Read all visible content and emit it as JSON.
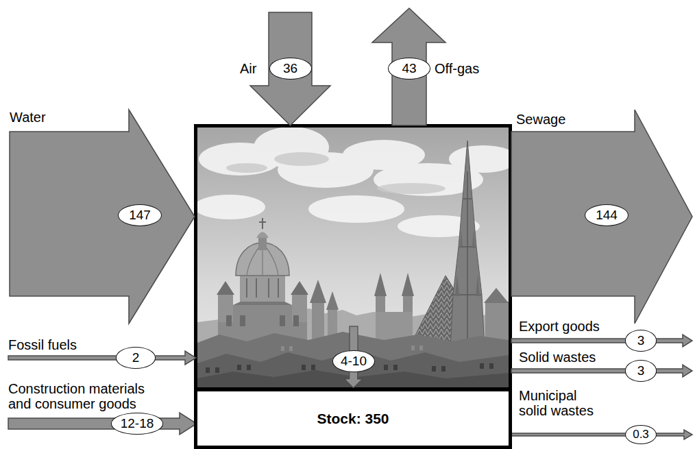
{
  "diagram": {
    "nodes": [
      {
        "text": [
          "36"
        ]
      },
      {
        "text": [
          "43"
        ]
      },
      {
        "text": [
          "147"
        ]
      },
      {
        "text": [
          "144"
        ]
      },
      {
        "text": [
          "2"
        ]
      },
      {
        "text": [
          "12-18"
        ]
      },
      {
        "text": [
          "4-10"
        ]
      },
      {
        "text": [
          "3"
        ]
      },
      {
        "text": [
          "3"
        ]
      },
      {
        "text": [
          "0.3"
        ]
      },
      {
        "text": [
          "Stock: 350"
        ]
      }
    ],
    "edges": [
      {
        "from": 6,
        "to": 10,
        "arrow": "to"
      }
    ],
    "labels": [
      "Water",
      "Air",
      "Off-gas",
      "Sewage",
      "Fossil fuels",
      "Construction materials and consumer goods",
      "Export goods",
      "Solid wastes",
      "Municipal solid wastes"
    ]
  }
}
